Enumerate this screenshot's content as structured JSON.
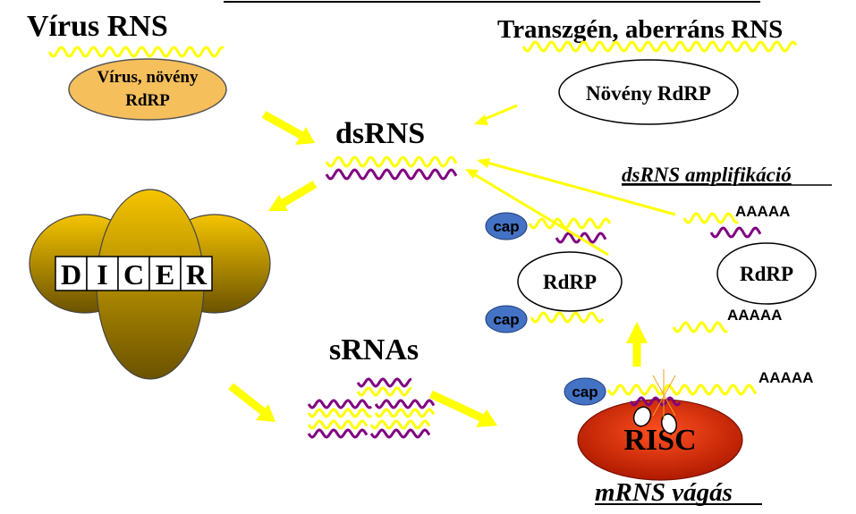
{
  "labels": {
    "virus_rns": "Vírus RNS",
    "transzgen": "Transzgén, aberráns RNS",
    "virus_rdrp_line1": "Vírus, növény",
    "virus_rdrp_line2": "RdRP",
    "noveny_rdrp": "Növény RdRP",
    "dsrns": "dsRNS",
    "dsrns_amplifikacio": "dsRNS amplifikáció",
    "dicer_letters": [
      "D",
      "I",
      "C",
      "E",
      "R"
    ],
    "srnas": "sRNAs",
    "risc": "RISC",
    "mrns_vagas": "mRNS vágás",
    "cap": "cap",
    "rdrp": "RdRP",
    "polyA": "AAAAA"
  },
  "colors": {
    "yellow_rna": "#ffff00",
    "purple_rna": "#800080",
    "arrow": "#ffff00",
    "virus_rdrp_fill": "#f5bf5c",
    "dicer_fill": "#e6b400",
    "cap_fill": "#4472c4",
    "risc_fill": "#e03000"
  }
}
